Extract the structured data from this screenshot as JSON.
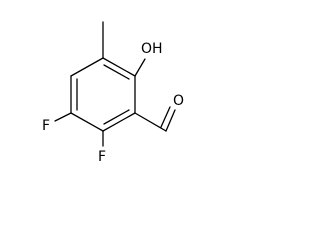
{
  "molecule": {
    "atoms": {
      "hydroxyl": "OH",
      "aldehyde_oxygen": "O",
      "fluorine_upper": "F",
      "fluorine_lower": "F"
    }
  }
}
